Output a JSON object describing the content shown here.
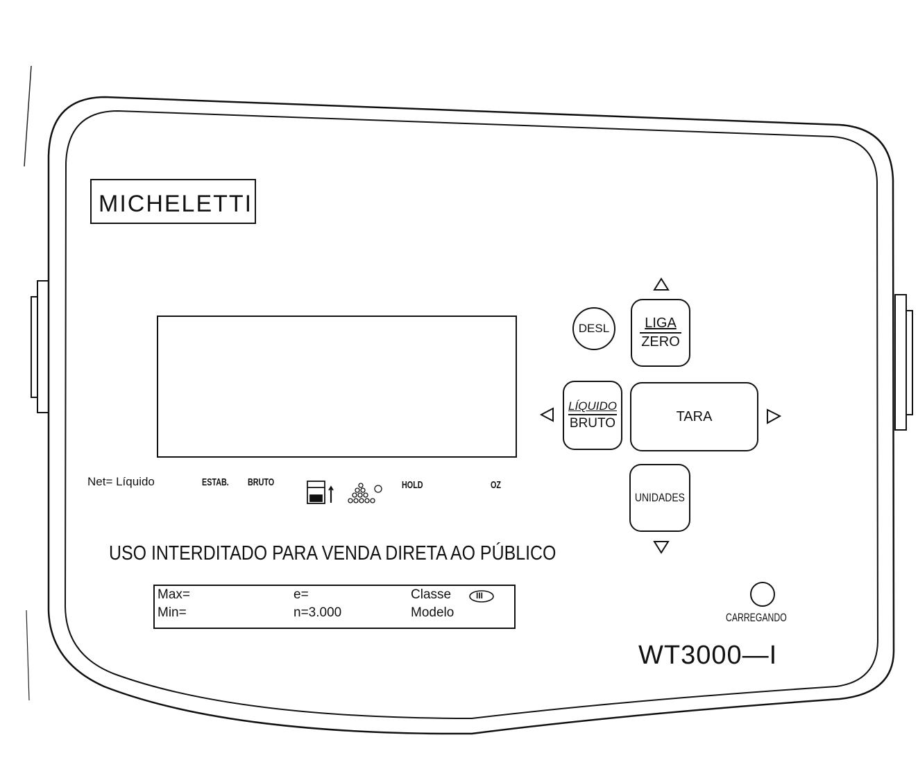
{
  "brand": "MICHELETTI",
  "model": "WT3000—I",
  "buttons": {
    "off": "DESL",
    "zero_top": "LIGA",
    "zero_bottom": "ZERO",
    "net_top": "LÍQUIDO",
    "net_bottom": "BRUTO",
    "tare": "TARA",
    "units": "UNIDADES"
  },
  "indicators": {
    "net": "Net= Líquido",
    "stable": "ESTAB.",
    "gross": "BRUTO",
    "hold": "HOLD",
    "oz": "OZ"
  },
  "warning": "USO INTERDITADO PARA VENDA DIRETA AO PÚBLICO",
  "spec": {
    "max": "Max=",
    "min": "Min=",
    "e": "e=",
    "n": "n=3.000",
    "classe": "Classe",
    "class_mark": "III",
    "modelo": "Modelo"
  },
  "charging": "CARREGANDO",
  "colors": {
    "ink": "#111111",
    "paper": "#ffffff"
  }
}
